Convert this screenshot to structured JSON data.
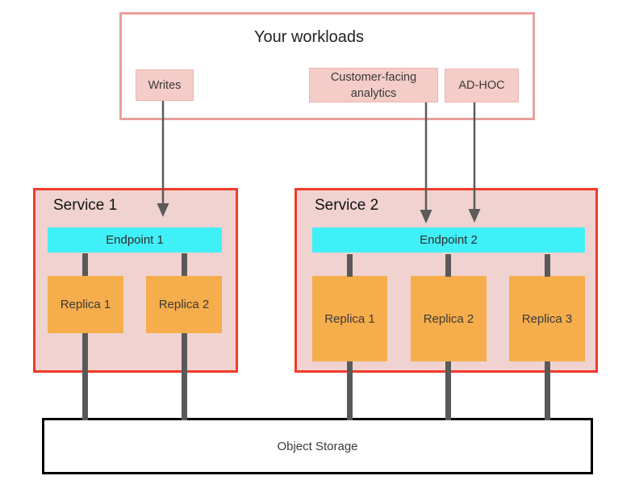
{
  "diagram": {
    "workloads": {
      "title": "Your workloads",
      "writes_label": "Writes",
      "analytics_label": "Customer-facing analytics",
      "adhoc_label": "AD-HOC"
    },
    "services": [
      {
        "name": "Service 1",
        "endpoint_label": "Endpoint 1",
        "replicas": [
          "Replica 1",
          "Replica 2"
        ]
      },
      {
        "name": "Service 2",
        "endpoint_label": "Endpoint 2",
        "replicas": [
          "Replica 1",
          "Replica 2",
          "Replica 3"
        ]
      }
    ],
    "storage_label": "Object Storage",
    "colors": {
      "workloads_border": "#e8a09a",
      "task_box_fill": "#f4ccc8",
      "service_fill": "#f0d3d0",
      "service_border": "#f23a29",
      "endpoint_fill": "#40f0f7",
      "replica_fill": "#f6ad4b",
      "connector_gray": "#595959",
      "storage_border": "#000000",
      "background": "#ffffff"
    }
  }
}
